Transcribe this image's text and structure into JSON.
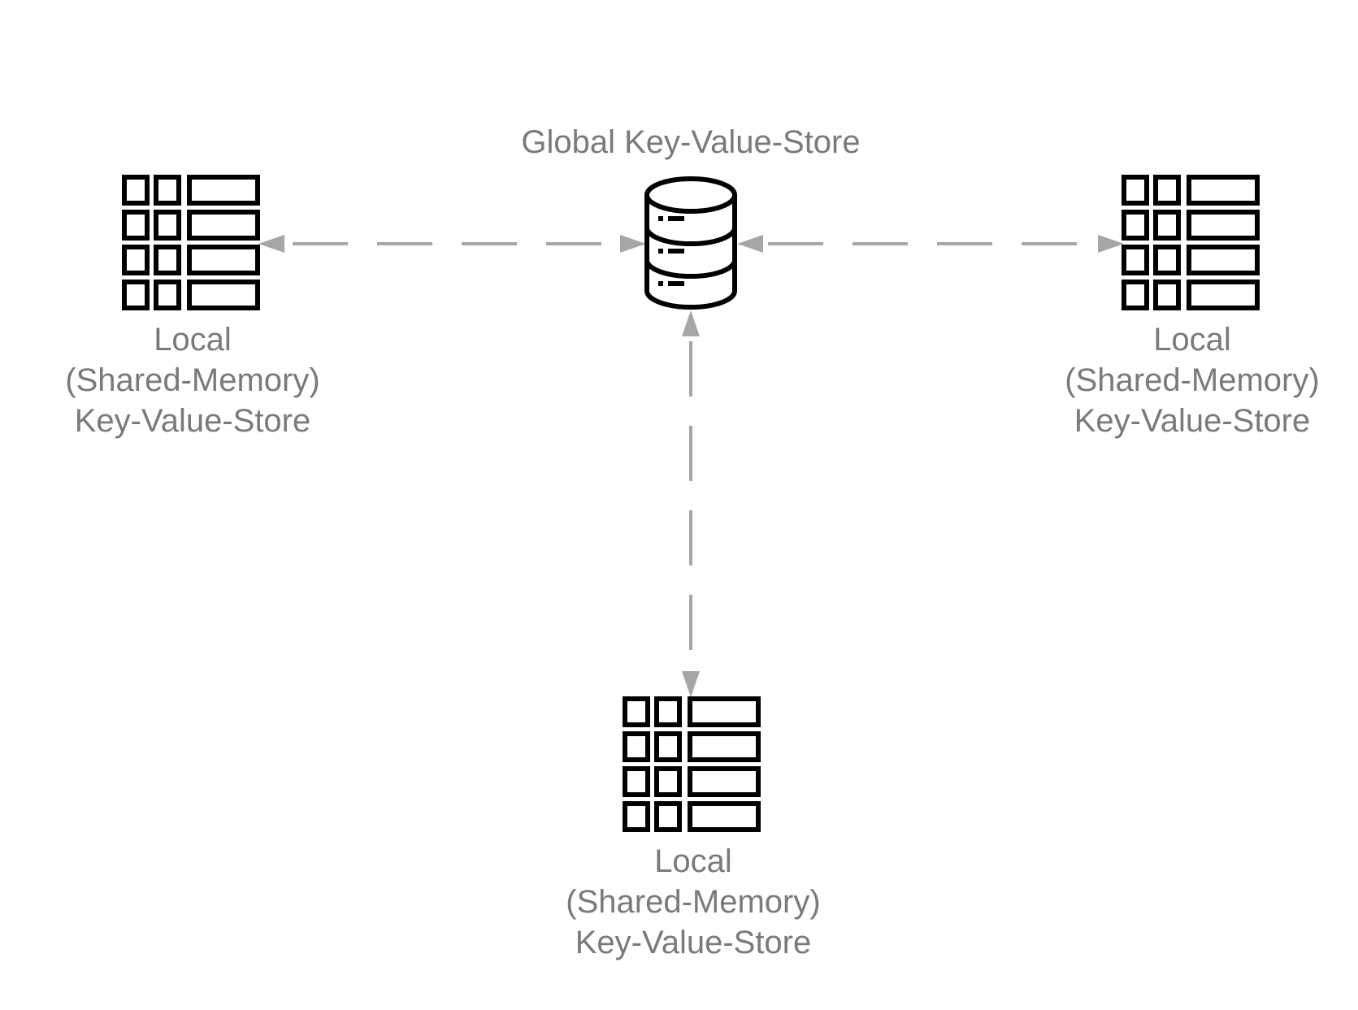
{
  "diagram": {
    "global_store": {
      "label": "Global Key-Value-Store",
      "icon": "database-icon"
    },
    "local_stores": [
      {
        "id": "left",
        "lines": [
          "Local",
          "(Shared-Memory)",
          "Key-Value-Store"
        ],
        "icon": "table-icon"
      },
      {
        "id": "right",
        "lines": [
          "Local",
          "(Shared-Memory)",
          "Key-Value-Store"
        ],
        "icon": "table-icon"
      },
      {
        "id": "bottom",
        "lines": [
          "Local",
          "(Shared-Memory)",
          "Key-Value-Store"
        ],
        "icon": "table-icon"
      }
    ],
    "connections": [
      {
        "from": "left",
        "to": "global",
        "style": "dashed",
        "arrows": "both"
      },
      {
        "from": "global",
        "to": "right",
        "style": "dashed",
        "arrows": "both"
      },
      {
        "from": "global",
        "to": "bottom",
        "style": "dashed",
        "arrows": "both"
      }
    ],
    "colors": {
      "label_text": "#7a7a7a",
      "connector": "#a6a6a6",
      "icon": "#000000",
      "background": "#ffffff"
    }
  }
}
